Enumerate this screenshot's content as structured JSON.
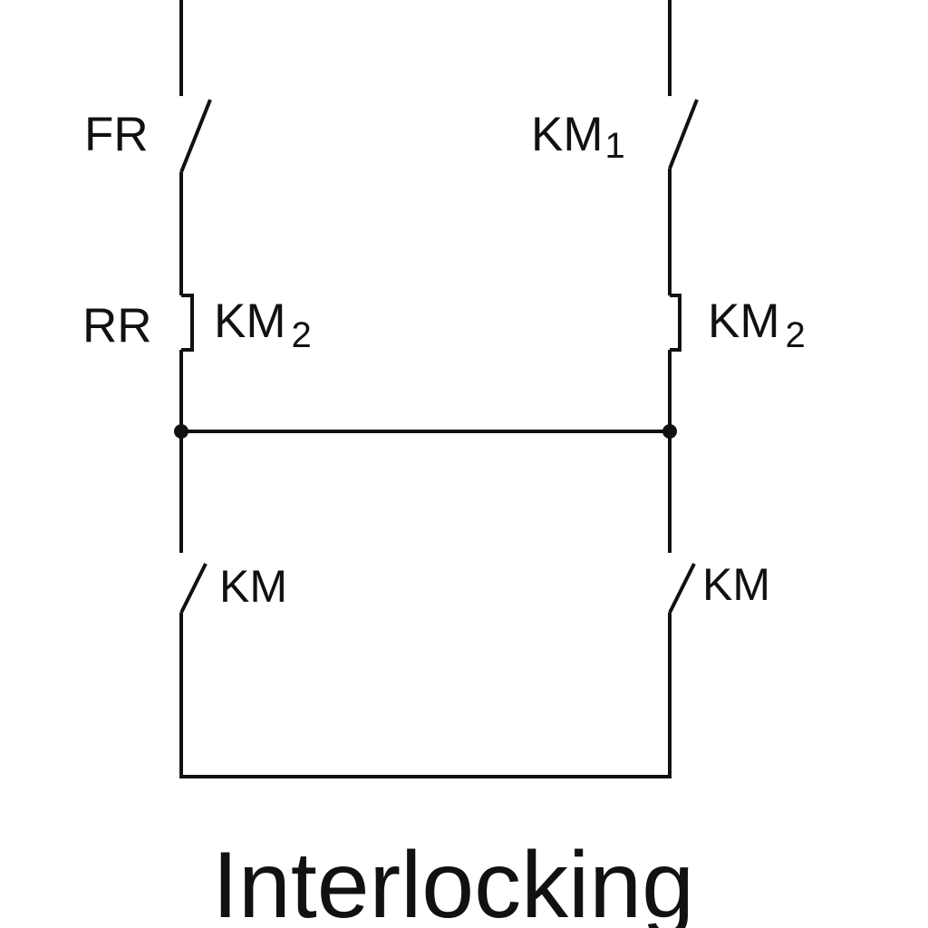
{
  "labels": {
    "fr": "FR",
    "km1_main": "KM",
    "km1_sub": "1",
    "rr": "RR",
    "km2_left_main": "KM",
    "km2_left_sub": "2",
    "km2_right_main": "KM",
    "km2_right_sub": "2",
    "km_left": "KM",
    "km_right": "KM"
  },
  "title": "Interlocking",
  "colors": {
    "line": "#111111",
    "background": "#ffffff"
  }
}
